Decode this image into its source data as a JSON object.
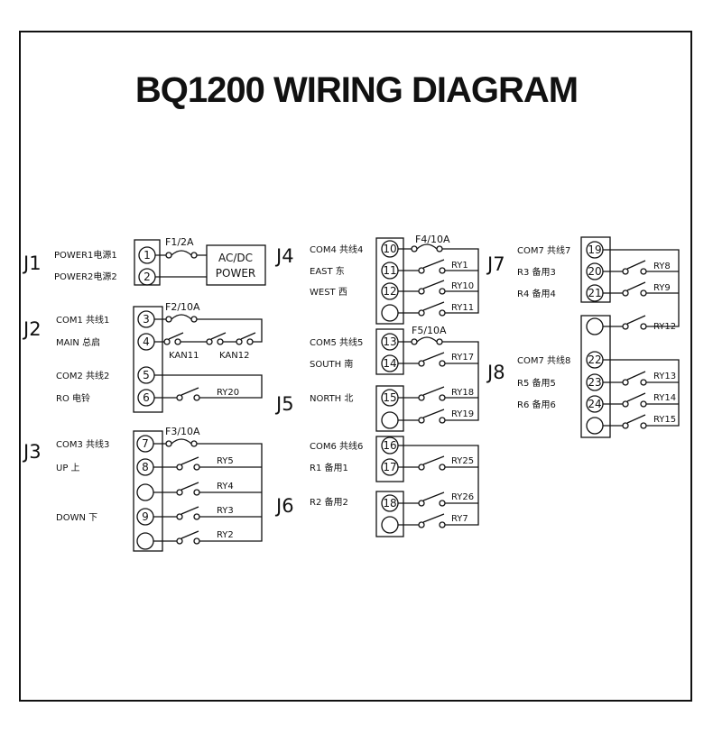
{
  "title": "BQ1200 WIRING DIAGRAM",
  "blocks": {
    "j1": {
      "id": "J1",
      "labels": [
        "POWER1电源1",
        "POWER2电源2"
      ],
      "terminals": [
        "1",
        "2"
      ],
      "fuse": "F1/2A",
      "box": [
        "AC/DC",
        "POWER"
      ]
    },
    "j2": {
      "id": "J2",
      "labels": [
        "COM1 共线1",
        "MAIN 总启",
        "COM2 共线2",
        "RO 电铃"
      ],
      "terminals": [
        "3",
        "4",
        "5",
        "6"
      ],
      "fuse": "F2/10A",
      "relays": [
        "KAN11",
        "KAN12",
        "RY20"
      ]
    },
    "j3": {
      "id": "J3",
      "labels": [
        "COM3 共线3",
        "UP 上",
        "DOWN 下"
      ],
      "terminals": [
        "7",
        "8",
        "9"
      ],
      "fuse": "F3/10A",
      "relays": [
        "RY5",
        "RY4",
        "RY3",
        "RY2"
      ]
    },
    "j4": {
      "id": "J4",
      "labels": [
        "COM4 共线4",
        "EAST 东",
        "WEST 西"
      ],
      "terminals": [
        "10",
        "11",
        "12"
      ],
      "fuse": "F4/10A",
      "relays": [
        "RY1",
        "RY10",
        "RY11"
      ]
    },
    "j5": {
      "id": "J5",
      "labels": [
        "COM5 共线5",
        "SOUTH 南",
        "NORTH 北"
      ],
      "terminals": [
        "13",
        "14",
        "15"
      ],
      "fuse": "F5/10A",
      "relays": [
        "RY17",
        "RY18",
        "RY19"
      ]
    },
    "j6": {
      "id": "J6",
      "labels": [
        "COM6 共线6",
        "R1 备用1",
        "R2 备用2"
      ],
      "terminals": [
        "16",
        "17",
        "18"
      ],
      "relays": [
        "RY25",
        "RY26",
        "RY7"
      ]
    },
    "j7": {
      "id": "J7",
      "labels": [
        "COM7 共线7",
        "R3 备用3",
        "R4 备用4"
      ],
      "terminals": [
        "19",
        "20",
        "21"
      ],
      "relays": [
        "RY8",
        "RY9",
        "RY12"
      ]
    },
    "j8": {
      "id": "J8",
      "labels": [
        "COM7 共线8",
        "R5 备用5",
        "R6 备用6"
      ],
      "terminals": [
        "22",
        "23",
        "24"
      ],
      "relays": [
        "RY13",
        "RY14",
        "RY15"
      ]
    }
  }
}
